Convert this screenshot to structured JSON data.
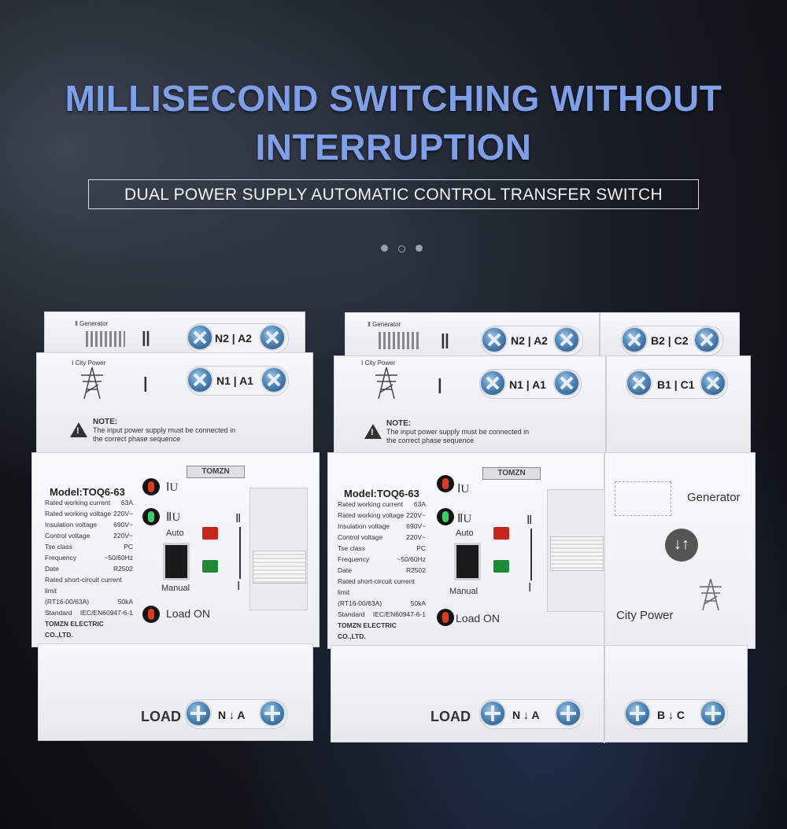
{
  "header": {
    "title_line1": "MILLISECOND SWITCHING WITHOUT",
    "title_line2": "INTERRUPTION",
    "subtitle": "DUAL POWER SUPPLY AUTOMATIC CONTROL TRANSFER SWITCH"
  },
  "colors": {
    "title": "#7fa0e8",
    "background": "#171b22"
  },
  "device": {
    "generator_label": "Generator",
    "city_power_label": "City Power",
    "roman_two": "Ⅱ",
    "roman_one": "Ⅰ",
    "mark_two": "Ⅱ",
    "mark_one": "Ⅰ",
    "terminal_n2a2": "N2 | A2",
    "terminal_n1a1": "N1 | A1",
    "terminal_b2c2": "B2 | C2",
    "terminal_b1c1": "B1 | C1",
    "note_title": "NOTE:",
    "note_line1": "The input power supply must be connected in",
    "note_line2": "the correct phase sequence",
    "brand": "TOMZN",
    "model": "Model:TOQ6-63",
    "specs": [
      {
        "k": "Rated working current",
        "v": "63A"
      },
      {
        "k": "Rated working voltage",
        "v": "220V~"
      },
      {
        "k": "Insulation voltage",
        "v": "690V~"
      },
      {
        "k": "Control voltage",
        "v": "220V~"
      },
      {
        "k": "Tse class",
        "v": "PC"
      },
      {
        "k": "Frequency",
        "v": "~50/60Hz"
      },
      {
        "k": "Date",
        "v": "R2502"
      },
      {
        "k": "Rated short-circuit current limit",
        "v": ""
      },
      {
        "k": "(RT16-00/63A)",
        "v": "50kA"
      },
      {
        "k": "Standard",
        "v": "IEC/EN60947-6-1"
      }
    ],
    "manufacturer": "TOMZN ELECTRIC CO.,LTD.",
    "led_iu": "ⅠU",
    "led_iiu": "ⅡU",
    "load_on": "Load ON",
    "auto": "Auto",
    "manual": "Manual",
    "load": "LOAD",
    "load_terms": "N ↓ A",
    "load_terms_bc": "B ↓ C",
    "handle_top": "Ⅱ",
    "handle_bottom": "Ⅰ",
    "gen_panel_generator": "Generator",
    "gen_panel_city": "City Power",
    "switch_icon": "↓↑"
  }
}
